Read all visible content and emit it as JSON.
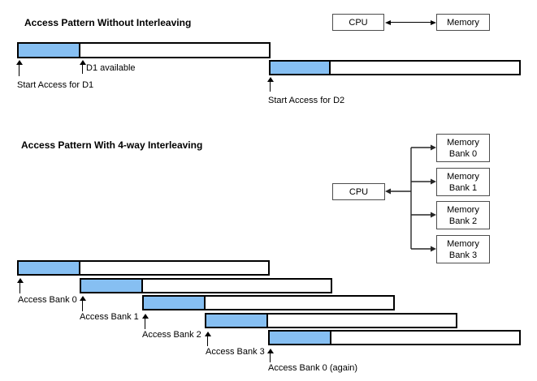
{
  "colors": {
    "bar_fill": "#86BFF2",
    "bar_border": "#000000",
    "box_border": "#4D4D4D",
    "line_color": "#262626"
  },
  "without_interleaving": {
    "title": "Access Pattern Without Interleaving",
    "cpu_label": "CPU",
    "memory_label": "Memory",
    "start_d1_label": "Start Access for D1",
    "d1_available_label": "D1 available",
    "start_d2_label": "Start Access for D2"
  },
  "with_interleaving": {
    "title": "Access Pattern With 4-way Interleaving",
    "cpu_label": "CPU",
    "banks": [
      {
        "line1": "Memory",
        "line2": "Bank 0"
      },
      {
        "line1": "Memory",
        "line2": "Bank 1"
      },
      {
        "line1": "Memory",
        "line2": "Bank 2"
      },
      {
        "line1": "Memory",
        "line2": "Bank 3"
      }
    ],
    "timeline_labels": {
      "bank0": "Access Bank 0",
      "bank1": "Access Bank 1",
      "bank2": "Access Bank 2",
      "bank3": "Access Bank 3",
      "bank0_again": "Access Bank 0 (again)"
    }
  }
}
